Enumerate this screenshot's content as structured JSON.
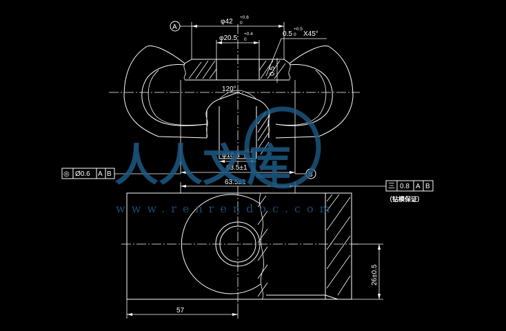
{
  "colors": {
    "background": "#000000",
    "line": "#ffffff",
    "watermark": "#1d5a84"
  },
  "datums": {
    "a": "A",
    "b": "B"
  },
  "dims": {
    "outer_dia": "φ42",
    "outer_dia_tol_upper": "+0.6",
    "outer_dia_tol_lower": "0",
    "inner_dia": "φ20.5",
    "inner_dia_tol_upper": "+0.4",
    "inner_dia_tol_lower": "0",
    "chamfer": "0.5",
    "chamfer_tol_upper": "+0.5",
    "chamfer_tol_lower": "0",
    "chamfer_angle": "X45°",
    "vertical_small": "0.5",
    "angle": "120°",
    "bore_dia": "φ18.4",
    "bore_dia_tol_upper": "+0.2",
    "bore_dia_tol_lower": "0",
    "width_top": "63.5±1",
    "width_bottom": "63.5±1",
    "height_right": "26±0.5",
    "length_bottom": "57"
  },
  "fcf_left": {
    "symbol": "◎",
    "value": "Ø0.6",
    "datum1": "A",
    "datum2": "B"
  },
  "fcf_right": {
    "symbol": "三",
    "value": "0.8",
    "datum1": "A",
    "datum2": "B",
    "note": "（钻模保证）"
  },
  "watermark": {
    "brand": "人人文库",
    "url": "www.renrendoc.com"
  }
}
